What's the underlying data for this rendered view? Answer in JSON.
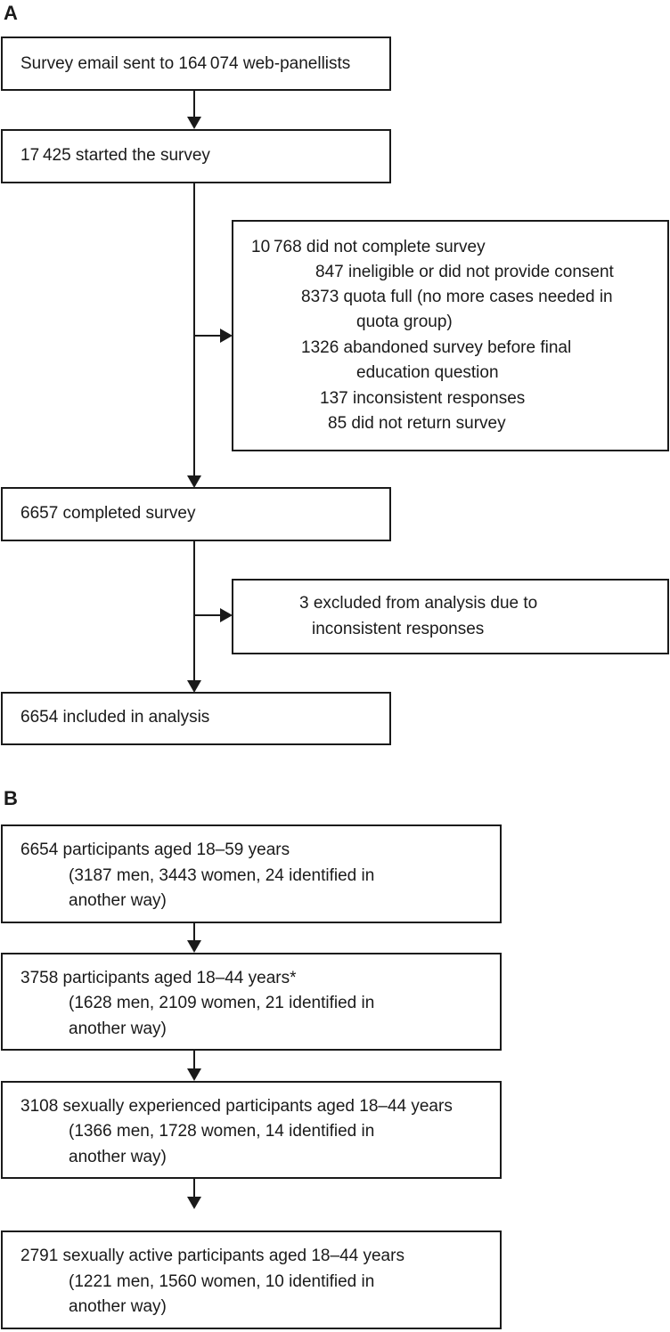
{
  "panel_a": {
    "label": "A",
    "box1": "Survey email sent to 164 074 web-panellists",
    "box2": "17 425 started the survey",
    "excluded1": {
      "title": "10 768 did not complete survey",
      "lines": [
        "847 ineligible or did not provide consent",
        "8373 quota full (no more cases needed in",
        "quota group)",
        "1326 abandoned survey before final",
        "education question",
        "137 inconsistent responses",
        "85 did not return survey"
      ]
    },
    "box3": "6657 completed survey",
    "excluded2": {
      "lines": [
        "3 excluded from analysis due to",
        "inconsistent responses"
      ]
    },
    "box4": "6654 included in analysis"
  },
  "panel_b": {
    "label": "B",
    "boxes": [
      {
        "title": "6654 participants aged 18–59 years",
        "detail1": "(3187 men, 3443 women, 24 identified in",
        "detail2": "another way)"
      },
      {
        "title": "3758 participants aged 18–44 years*",
        "detail1": "(1628 men, 2109 women, 21 identified in",
        "detail2": "another way)"
      },
      {
        "title": "3108 sexually experienced participants aged 18–44 years",
        "detail1": "(1366 men, 1728 women, 14 identified in",
        "detail2": "another way)"
      },
      {
        "title": "2791 sexually active participants aged 18–44 years",
        "detail1": "(1221 men, 1560 women, 10 identified in",
        "detail2": "another way)"
      }
    ]
  }
}
